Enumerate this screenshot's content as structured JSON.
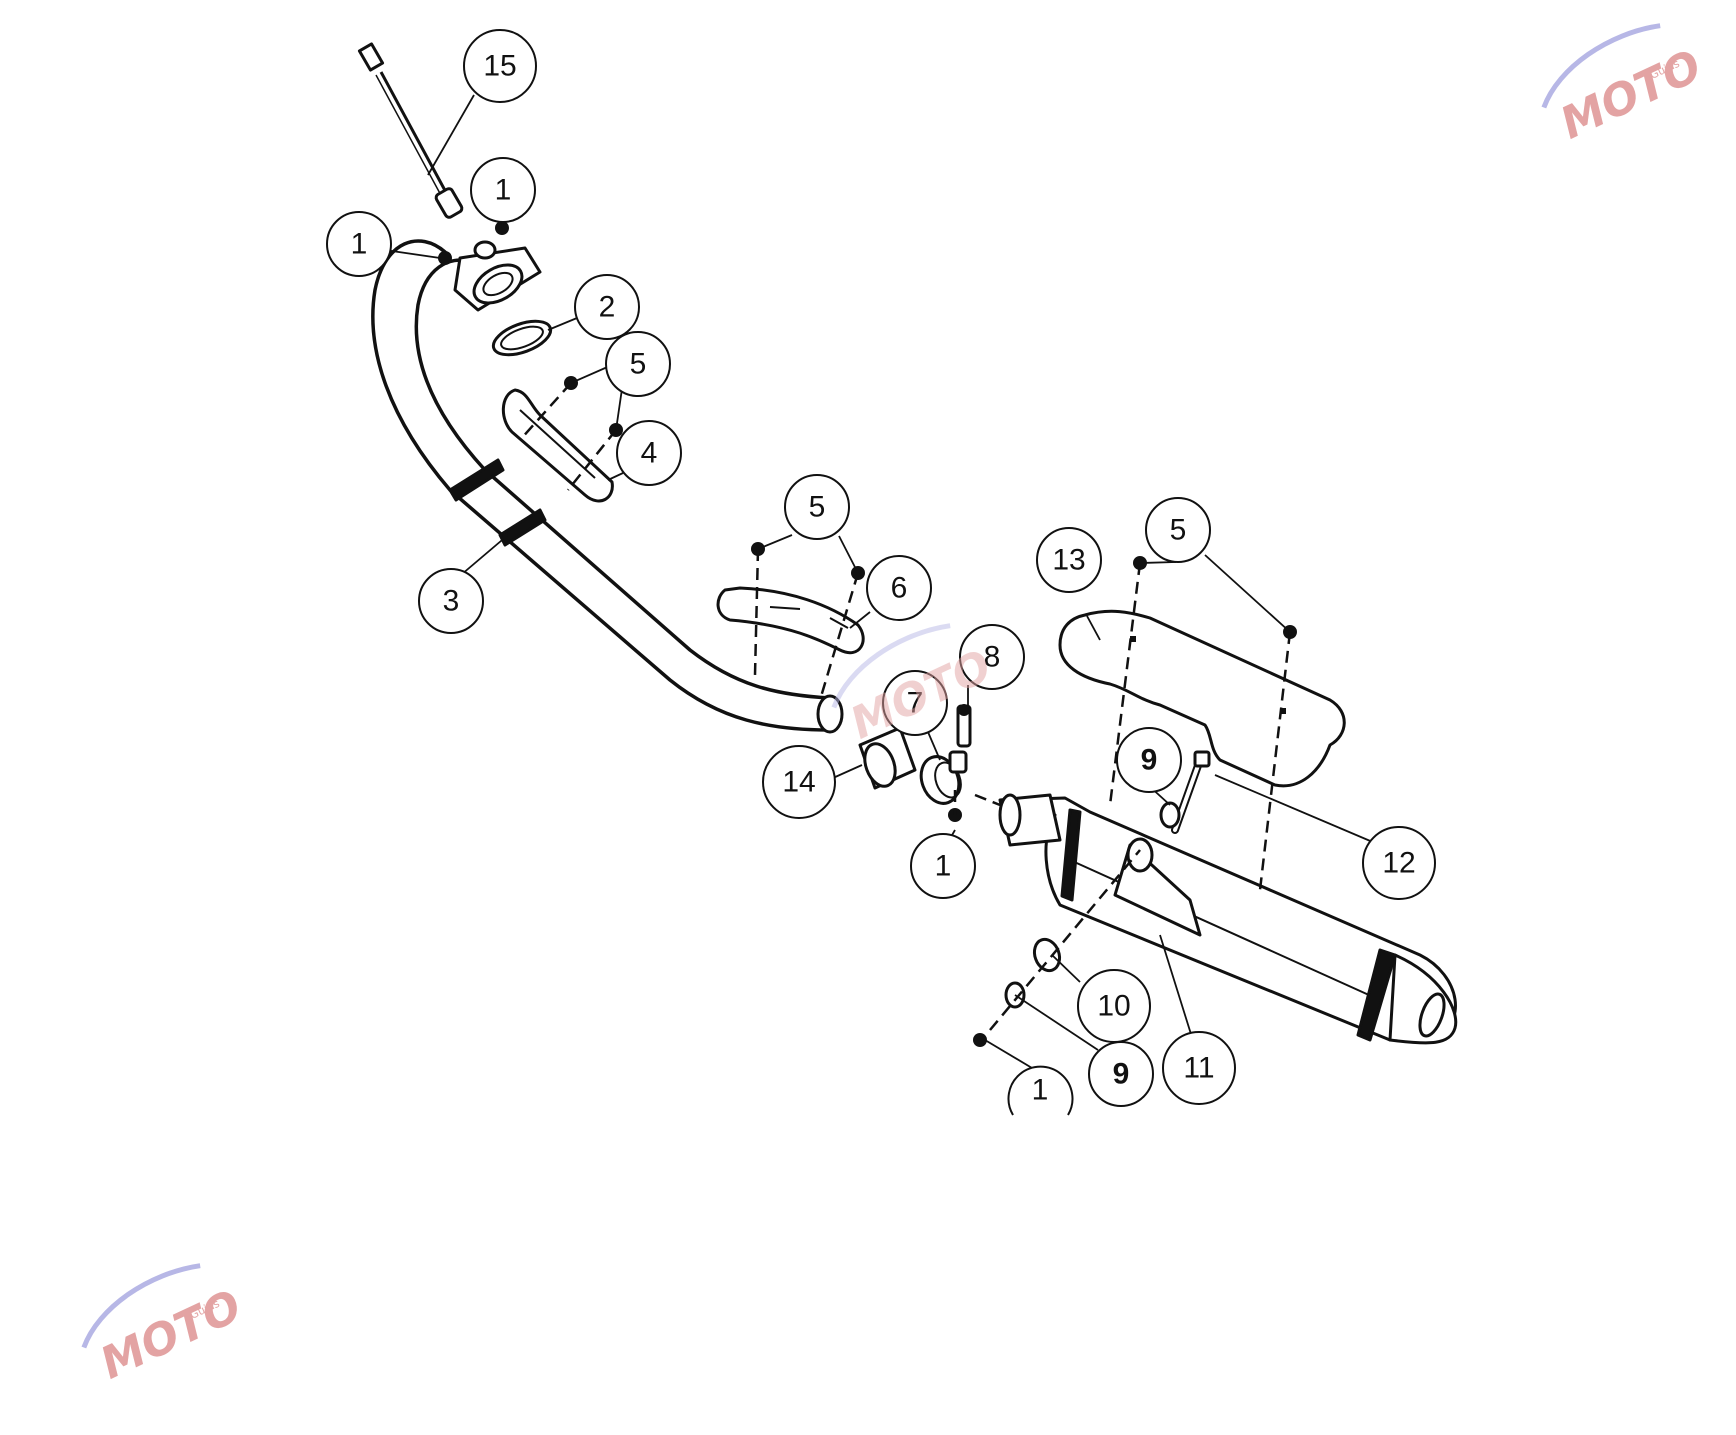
{
  "diagram": {
    "labels": [
      {
        "id": "15",
        "bold": false
      },
      {
        "id": "1",
        "bold": false
      },
      {
        "id": "1",
        "bold": false
      },
      {
        "id": "2",
        "bold": false
      },
      {
        "id": "5",
        "bold": false
      },
      {
        "id": "4",
        "bold": false
      },
      {
        "id": "3",
        "bold": false
      },
      {
        "id": "5",
        "bold": false
      },
      {
        "id": "6",
        "bold": false
      },
      {
        "id": "13",
        "bold": false
      },
      {
        "id": "5",
        "bold": false
      },
      {
        "id": "8",
        "bold": false
      },
      {
        "id": "7",
        "bold": false
      },
      {
        "id": "14",
        "bold": false
      },
      {
        "id": "9",
        "bold": true
      },
      {
        "id": "12",
        "bold": false
      },
      {
        "id": "1",
        "bold": false
      },
      {
        "id": "10",
        "bold": false
      },
      {
        "id": "9",
        "bold": true
      },
      {
        "id": "11",
        "bold": false
      },
      {
        "id": "1",
        "bold": false
      }
    ]
  },
  "watermark": {
    "brand": "MOTO",
    "sub": "Guids",
    "colors": {
      "text": "#e3a3a3",
      "swoosh": "#b7b7e6"
    }
  }
}
